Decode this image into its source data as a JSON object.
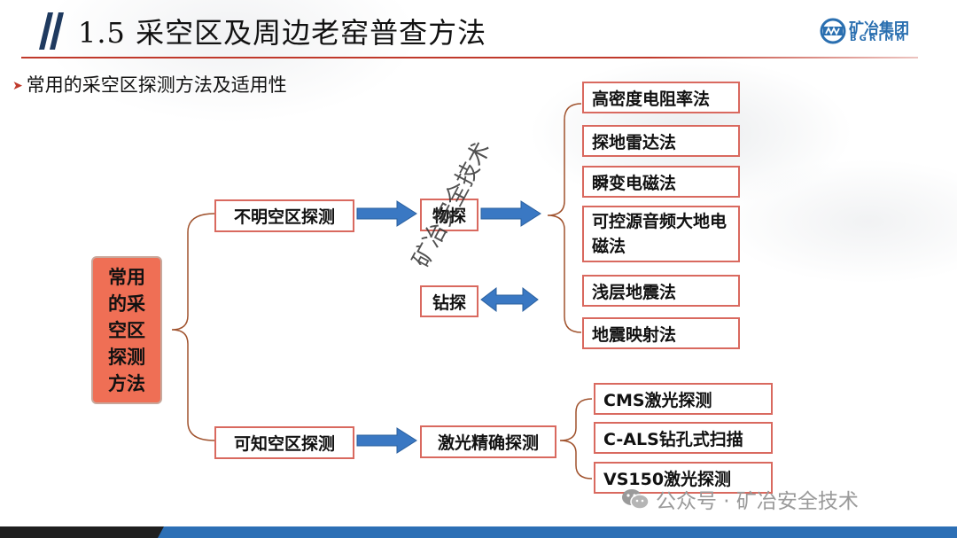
{
  "slide": {
    "title": "1.5 采空区及周边老窑普查方法",
    "subtitle": "常用的采空区探测方法及适用性",
    "logo": {
      "cn": "矿冶集团",
      "en": "BGRIMM"
    }
  },
  "diagram": {
    "root": "常用的采空区探测方法",
    "branches": {
      "unknown": "不明空区探测",
      "known": "可知空区探测"
    },
    "methods": {
      "geophysical": "物探",
      "drilling": "钻探",
      "laser": "激光精确探测"
    },
    "geophysical_methods": [
      "高密度电阻率法",
      "探地雷达法",
      "瞬变电磁法",
      "可控源音频大地电磁法",
      "浅层地震法",
      "地震映射法"
    ],
    "laser_methods": [
      "CMS激光探测",
      "C-ALS钻孔式扫描",
      "VS150激光探测"
    ]
  },
  "watermark": "矿冶安全技术",
  "wechat_footer": "公众号 · 矿冶安全技术",
  "colors": {
    "accent_red": "#c0392b",
    "box_border": "#d9695f",
    "root_fill": "#ef6f55",
    "arrow_blue": "#3a78c3",
    "bracket_brown": "#a0522d",
    "footer_blue": "#2c6fb5"
  }
}
